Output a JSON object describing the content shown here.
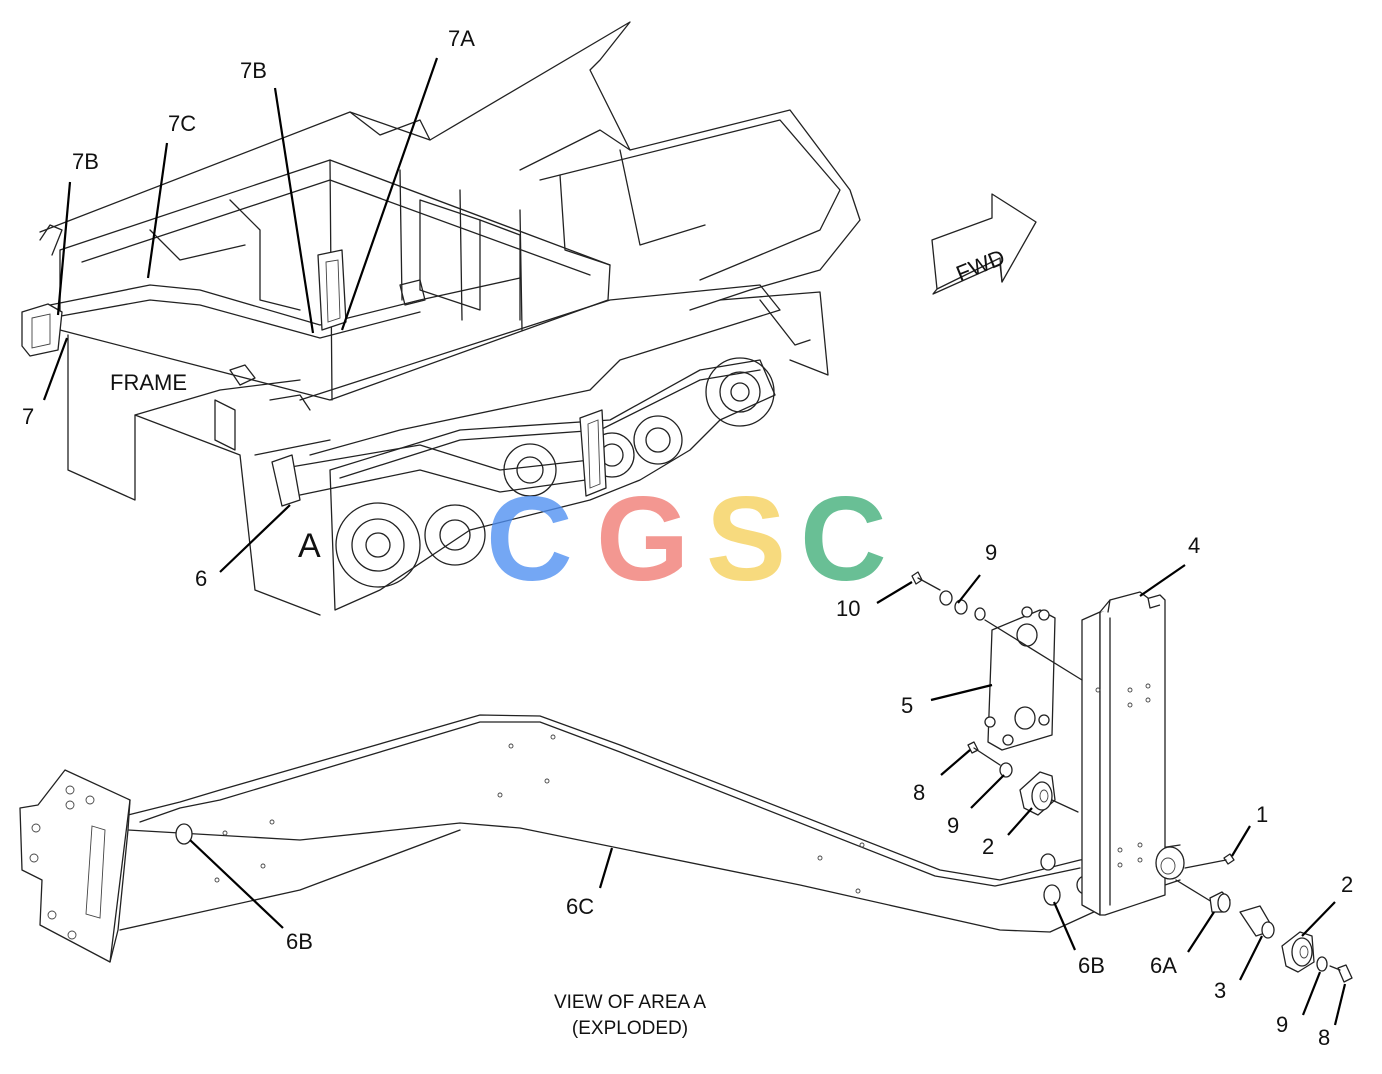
{
  "labels": {
    "frame": "FRAME",
    "area": "A",
    "fwd": "FWD",
    "p7a": "7A",
    "p7b_top": "7B",
    "p7b_left": "7B",
    "p7c": "7C",
    "p7": "7",
    "p6": "6",
    "p9_top": "9",
    "p10": "10",
    "p4": "4",
    "p5": "5",
    "p8_mid": "8",
    "p9_mid": "9",
    "p2_mid": "2",
    "p1": "1",
    "p2_right": "2",
    "p6b_left": "6B",
    "p6c": "6C",
    "p6b_right": "6B",
    "p6a": "6A",
    "p3": "3",
    "p9_bottom": "9",
    "p8_bottom": "8"
  },
  "caption": {
    "line1": "VIEW OF AREA  A",
    "line2": "(EXPLODED)"
  },
  "watermark": {
    "letters": [
      "C",
      "G",
      "S",
      "C"
    ],
    "colors": [
      "#4e8ff2",
      "#f07b73",
      "#f6d05a",
      "#3fae78"
    ]
  }
}
